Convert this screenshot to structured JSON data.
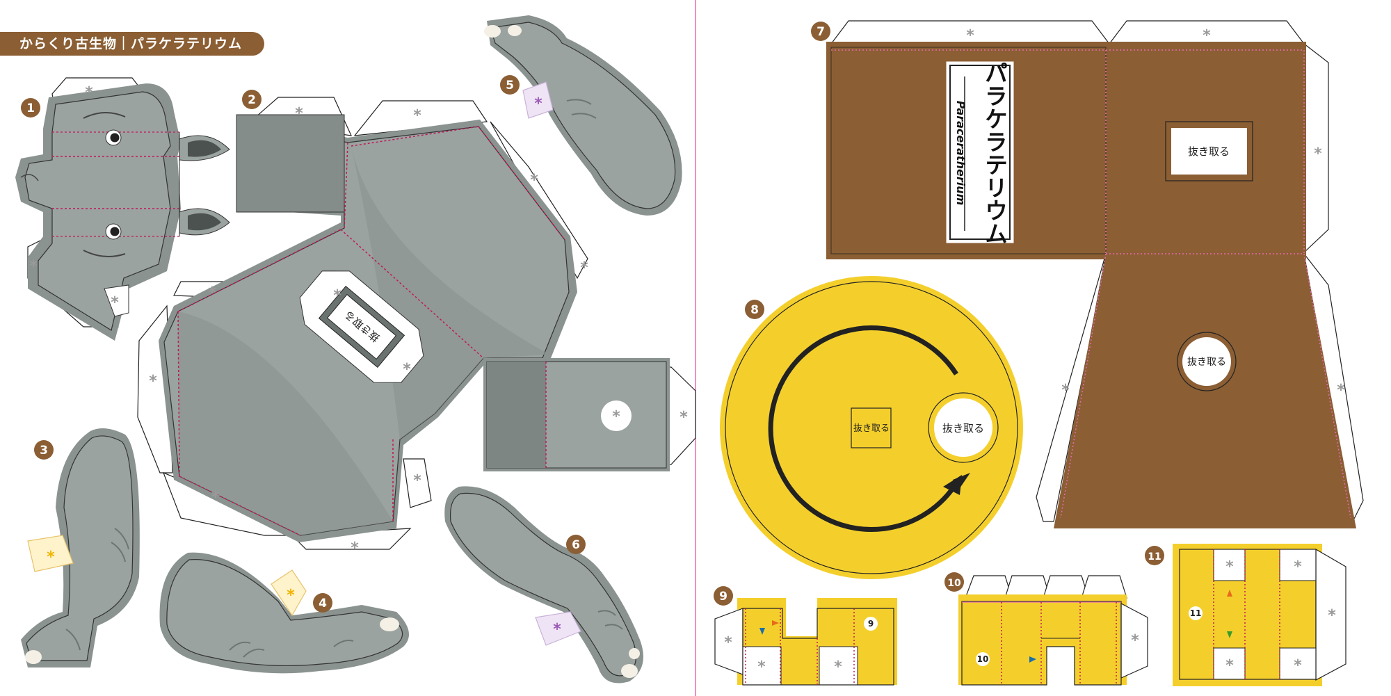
{
  "page": {
    "title": "からくり古生物｜パラケラテリウム"
  },
  "parts": {
    "p1": "1",
    "p2": "2",
    "p3": "3",
    "p4": "4",
    "p5": "5",
    "p6": "6",
    "p7": "7",
    "p8": "8",
    "p9": "9",
    "p10": "10",
    "p11": "11"
  },
  "labels": {
    "glue_mark": "*",
    "cut_out": "抜き取る",
    "name_jp": "パラケラテリウム",
    "name_en": "Paraceratherium"
  },
  "colors": {
    "brown": "#8b5e34",
    "body_gray": "#9aa39f",
    "dark_gray": "#7d8683",
    "yellow": "#f4cf2c",
    "fold_line": "#c2185b",
    "divider": "#e86bb0"
  }
}
